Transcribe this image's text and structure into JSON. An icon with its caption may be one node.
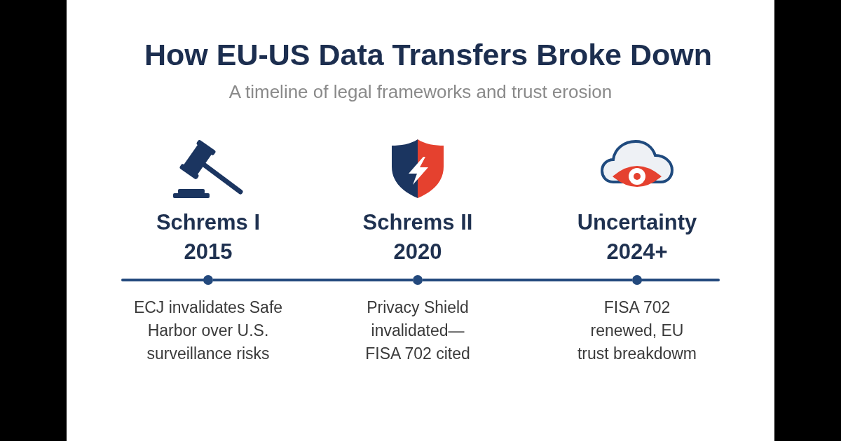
{
  "diagram": {
    "title": "How EU-US Data Transfers Broke Down",
    "nodes": [
      {
        "text": [],
        "shape": "circle",
        "beside": [
          "Schrems I",
          "2015",
          "ECJ invalidates Safe Harbor over U.S. surveillance risks"
        ]
      },
      {
        "text": [],
        "shape": "circle",
        "beside": [
          "Schrems II",
          "2020",
          "Privacy Shield invalidated— FISA 702 cited"
        ]
      },
      {
        "text": [],
        "shape": "circle",
        "beside": [
          "Uncertainty",
          "2024+",
          "FISA 702 renewed, EU trust breakdowm"
        ]
      }
    ],
    "edges": [
      {
        "from": 0,
        "to": 1,
        "arrow": "none"
      },
      {
        "from": 1,
        "to": 2,
        "arrow": "none"
      }
    ],
    "labels": [
      "A timeline of legal frameworks and trust erosion"
    ]
  }
}
